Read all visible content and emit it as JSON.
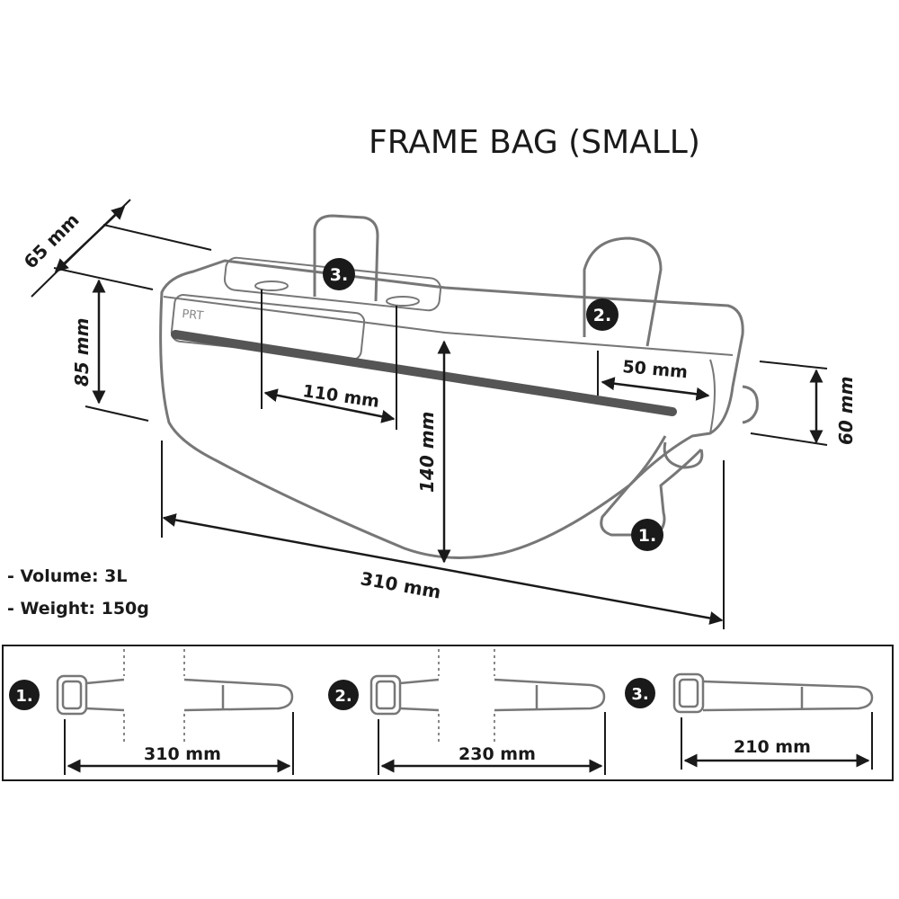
{
  "title": "FRAME BAG (SMALL)",
  "brand_mark": "PRT",
  "dimensions": {
    "depth": "65 mm",
    "front_height": "85 mm",
    "strap3_spacing": "110 mm",
    "max_height": "140 mm",
    "strap2_width": "50 mm",
    "rear_height": "60 mm",
    "length": "310 mm"
  },
  "specs": {
    "volume": "- Volume: 3L",
    "weight": "- Weight: 150g"
  },
  "straps": [
    {
      "number": "1.",
      "length": "310 mm"
    },
    {
      "number": "2.",
      "length": "230 mm"
    },
    {
      "number": "3.",
      "length": "210 mm"
    }
  ],
  "colors": {
    "ink": "#1a1a1a",
    "outline": "#777777",
    "zipper": "#555555"
  }
}
